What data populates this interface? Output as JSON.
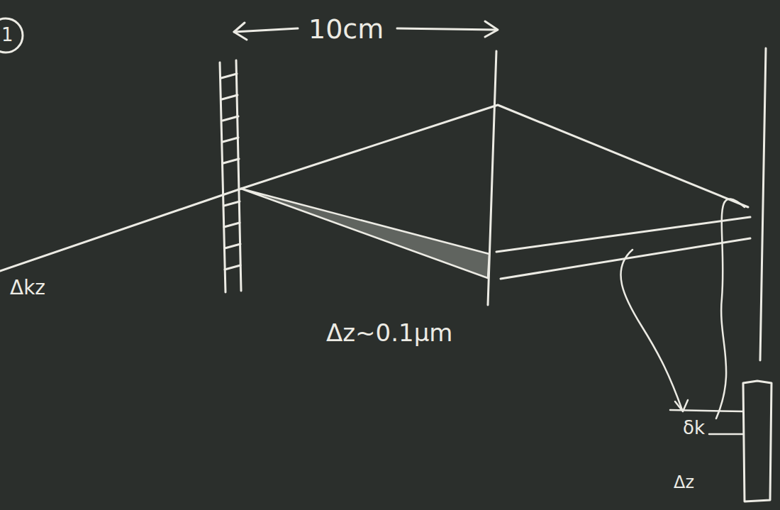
{
  "diagram": {
    "labels": [
      "1",
      "10cm",
      "Δkz",
      "Δz~0.1μm",
      "δk",
      "Δz"
    ]
  }
}
